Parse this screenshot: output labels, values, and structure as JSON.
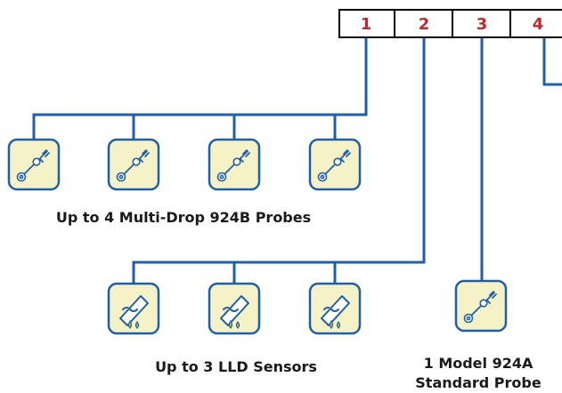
{
  "ports": [
    "1",
    "2",
    "3",
    "4"
  ],
  "captions": {
    "multi_drop": "Up to 4 Multi-Drop 924B Probes",
    "lld": "Up to 3 LLD Sensors",
    "standard_line1": "1 Model 924A",
    "standard_line2": "Standard Probe"
  },
  "colors": {
    "wire": "#1f5fa8",
    "port_number": "#c0282e",
    "tile_background": "#f6f2c7",
    "liquid": "#e5c21a"
  },
  "icons": {
    "multi_drop_probe": "magnetostrictive-probe-icon",
    "lld_sensor": "liquid-leak-sensor-icon",
    "standard_probe": "magnetostrictive-probe-icon"
  }
}
